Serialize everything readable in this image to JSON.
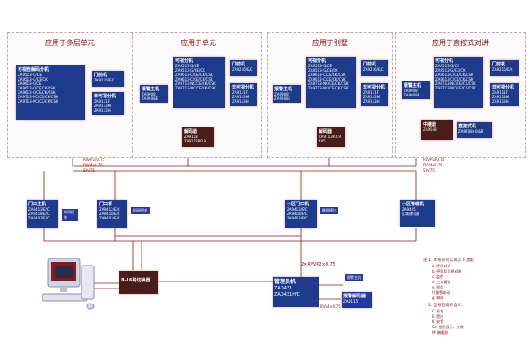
{
  "regions": {
    "r1": {
      "title": "应用于多层单元"
    },
    "r2": {
      "title": "应用于单元"
    },
    "r3": {
      "title": "应用于别墅"
    },
    "r4": {
      "title": "应用于直按式对讲"
    }
  },
  "r1_boxes": {
    "indoor": {
      "title": "可视自解码分机",
      "lines": [
        "ZA9513-G/CE",
        "ZA9513-G/CE/CK",
        "ZA9613-C/CE",
        "ZA9613-C/CE/CK/CSK",
        "ZA9613-C/CE/CK/CSK",
        "ZA9713-NC/CE/CK/CSK",
        "ZA9713-NC/CE/CK/CSK"
      ]
    },
    "door": {
      "title": "门前机",
      "lines": [
        "ZA9216/E/C"
      ]
    },
    "nonvideo": {
      "title": "非可视分机",
      "lines": [
        "ZA9111F",
        "ZA9113M",
        "ZA9113H"
      ]
    }
  },
  "r2_boxes": {
    "indoor": {
      "title": "可视分机",
      "lines": [
        "ZA9513-G/CE",
        "ZA9513-G/CE/CK",
        "ZA9613-C/CE/CK/CSK",
        "ZA9613-C/CE/CK/CSK",
        "ZA9713-NC/CE/CK/CSK",
        "ZA9713-NC/CE/CK/CSK"
      ]
    },
    "door": {
      "title": "门前机",
      "lines": [
        "ZA9216/E/C"
      ]
    },
    "alarm": {
      "title": "报警主机",
      "lines": [
        "ZA9908",
        "ZA9908E"
      ]
    },
    "nonvideo": {
      "title": "非可视分机",
      "lines": [
        "ZA9111F",
        "ZA9113M",
        "ZA9113H"
      ]
    },
    "decoder": {
      "title": "解码器",
      "lines": [
        "ZA9113",
        "ZA9113PD.9"
      ]
    }
  },
  "r3_boxes": {
    "indoor": {
      "title": "可视分机",
      "lines": [
        "ZA9513-G/CE",
        "ZA9513-G/CE/CK",
        "ZA9613-C/CE/CK/CSK",
        "ZA9613-C/CE/CK/CSK",
        "ZA9713-NC/CE/CK/CSK",
        "ZA9713-NC/CE/CK/CSK"
      ]
    },
    "door": {
      "title": "门前机",
      "lines": [
        "ZA9216/E/C"
      ]
    },
    "alarm": {
      "title": "报警主机",
      "lines": [
        "ZA9908",
        "ZA9908E"
      ]
    },
    "nonvideo": {
      "title": "非可视分机",
      "lines": [
        "ZA9111F",
        "ZA9113M",
        "ZA9113H"
      ]
    },
    "decoder": {
      "title": "解码器",
      "lines": [
        "ZA9113PD.9",
        "485"
      ]
    }
  },
  "r4_boxes": {
    "indoor": {
      "title": "可视分机",
      "lines": [
        "ZA9513-G/CE",
        "ZA9513-G/CE/CK",
        "ZA9613-C/CE/CK/CSK",
        "ZA9613-C/CE/CK/CSK",
        "ZA9713-NC/CE/CK/CSK",
        "ZA9713-NC/CE/CK/CSK"
      ]
    },
    "door": {
      "title": "门前机",
      "lines": [
        "ZA9216/E/C"
      ]
    },
    "alarm": {
      "title": "报警主机",
      "lines": [
        "ZA9908",
        "ZA9908E"
      ]
    },
    "nonvideo": {
      "title": "非可视分机",
      "lines": [
        "ZA9111F",
        "ZA9113M",
        "ZA9113H"
      ]
    },
    "relay": {
      "title": "中继器",
      "lines": [
        "ZA9508"
      ]
    },
    "direct": {
      "title": "直按式机",
      "lines": [
        "ZA9208+04/B"
      ]
    }
  },
  "bus_labels": {
    "bus1": "RVVP2x0.75",
    "bus1b": "RVV4x0.75",
    "bus1c": "SYV75",
    "bus2": "RVVP2x0.75",
    "bus2b": "RVV4x0.75",
    "bus2c": "SYV75"
  },
  "middle_boxes": {
    "m1": {
      "title": "门口主机",
      "lines": [
        "ZA9412/E/C",
        "ZA9418/E/C",
        "ZA9403/E/C"
      ]
    },
    "m1_tag": "联网模块",
    "m2": {
      "title": "门口机",
      "lines": [
        "ZA9412/E/C",
        "ZA9418/E/C",
        "ZA9403/E/C"
      ]
    },
    "m2_tag": "联网模块",
    "m3": {
      "title": "小区门口机",
      "lines": [
        "ZA9413/E/C",
        "ZA9418/E/C",
        "ZA9403/E/C"
      ]
    },
    "m3_tag": "联网模块",
    "m4": {
      "title": "小区管理机",
      "lines": [
        "ZA9405"
      ]
    },
    "m4_tag": "区域通讯器"
  },
  "switch_box": "8-16路切换器",
  "manager": {
    "title": "管理员机",
    "lines": [
      "ZAD431",
      "ZAD431H/C"
    ]
  },
  "manager_bus": "2×RVVP2×0.75",
  "manager_bus2": "RVV4×0.75",
  "tag_small": "报警主机",
  "alarm_decoder": {
    "title": "报警解码器",
    "lines": [
      "ZAD115"
    ]
  },
  "notes": {
    "head": "注 1. 本系统可实现以下功能:",
    "items": [
      "a) 呼叫对讲",
      "b) 呼叫及可视对讲",
      "c) 监视",
      "d) 三方通话",
      "e) 短信",
      "f) 报警联动",
      "g) 联网"
    ],
    "head2": "2. 型号后缀的含义:",
    "items2": [
      "C: 彩色",
      "E: 黑白",
      "K: 安保",
      "SK: 信息显示、安保",
      "M: 触摸屏"
    ]
  }
}
